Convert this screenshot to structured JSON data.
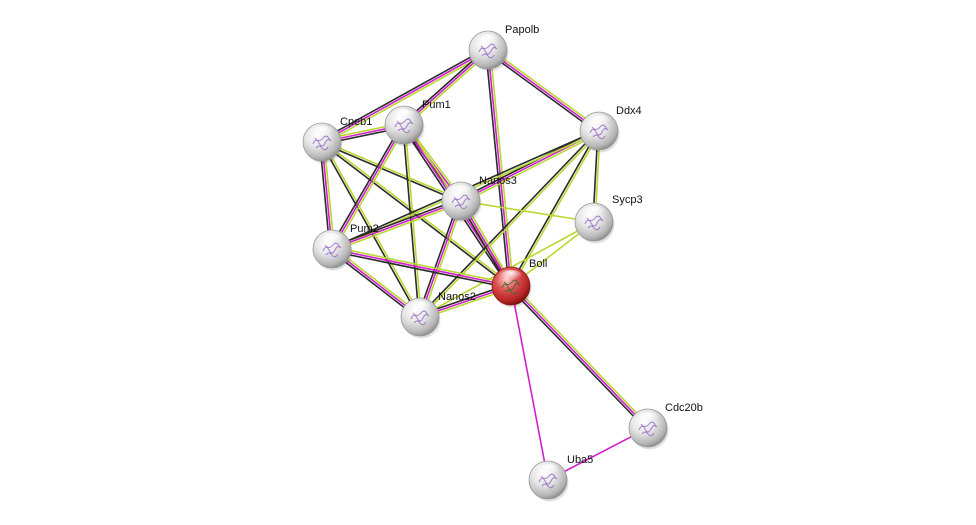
{
  "network": {
    "colors": {
      "neighborhood": "#2b2b2b",
      "experiments": "#d020d0",
      "database": "#202060",
      "textmining": "#b8d830",
      "query_node": "#cc2222",
      "node_default": "#d8d8d8"
    },
    "nodes": [
      {
        "id": "papolb",
        "label": "Papolb",
        "query": false
      },
      {
        "id": "ddx4",
        "label": "Ddx4",
        "query": false
      },
      {
        "id": "cpeb1",
        "label": "Cpeb1",
        "query": false
      },
      {
        "id": "pum1",
        "label": "Pum1",
        "query": false
      },
      {
        "id": "nanos3",
        "label": "Nanos3",
        "query": false
      },
      {
        "id": "sycp3",
        "label": "Sycp3",
        "query": false
      },
      {
        "id": "pum2",
        "label": "Pum2",
        "query": false
      },
      {
        "id": "boll",
        "label": "Boll",
        "query": true
      },
      {
        "id": "nanos2",
        "label": "Nanos2",
        "query": false
      },
      {
        "id": "cdc20b",
        "label": "Cdc20b",
        "query": false
      },
      {
        "id": "uba5",
        "label": "Uba5",
        "query": false
      }
    ],
    "edges": [
      {
        "source": "papolb",
        "target": "cpeb1",
        "types": [
          "textmining",
          "experiments",
          "neighborhood"
        ]
      },
      {
        "source": "papolb",
        "target": "pum1",
        "types": [
          "textmining",
          "experiments",
          "neighborhood"
        ]
      },
      {
        "source": "papolb",
        "target": "ddx4",
        "types": [
          "textmining",
          "experiments",
          "neighborhood"
        ]
      },
      {
        "source": "papolb",
        "target": "boll",
        "types": [
          "textmining",
          "experiments",
          "neighborhood"
        ]
      },
      {
        "source": "cpeb1",
        "target": "pum1",
        "types": [
          "textmining",
          "experiments",
          "neighborhood"
        ]
      },
      {
        "source": "cpeb1",
        "target": "pum2",
        "types": [
          "textmining",
          "experiments",
          "neighborhood"
        ]
      },
      {
        "source": "cpeb1",
        "target": "nanos3",
        "types": [
          "textmining",
          "neighborhood"
        ]
      },
      {
        "source": "cpeb1",
        "target": "boll",
        "types": [
          "textmining",
          "neighborhood"
        ]
      },
      {
        "source": "cpeb1",
        "target": "nanos2",
        "types": [
          "textmining",
          "neighborhood"
        ]
      },
      {
        "source": "pum1",
        "target": "pum2",
        "types": [
          "textmining",
          "experiments",
          "neighborhood"
        ]
      },
      {
        "source": "pum1",
        "target": "nanos3",
        "types": [
          "textmining",
          "experiments",
          "neighborhood"
        ]
      },
      {
        "source": "pum1",
        "target": "boll",
        "types": [
          "textmining",
          "experiments",
          "neighborhood"
        ]
      },
      {
        "source": "pum1",
        "target": "nanos2",
        "types": [
          "textmining",
          "neighborhood"
        ]
      },
      {
        "source": "ddx4",
        "target": "nanos3",
        "types": [
          "textmining",
          "experiments",
          "neighborhood"
        ]
      },
      {
        "source": "ddx4",
        "target": "sycp3",
        "types": [
          "textmining",
          "neighborhood"
        ]
      },
      {
        "source": "ddx4",
        "target": "boll",
        "types": [
          "textmining",
          "neighborhood"
        ]
      },
      {
        "source": "ddx4",
        "target": "nanos2",
        "types": [
          "textmining",
          "neighborhood"
        ]
      },
      {
        "source": "ddx4",
        "target": "pum2",
        "types": [
          "textmining",
          "neighborhood"
        ]
      },
      {
        "source": "nanos3",
        "target": "sycp3",
        "types": [
          "textmining"
        ]
      },
      {
        "source": "nanos3",
        "target": "boll",
        "types": [
          "textmining",
          "experiments",
          "neighborhood"
        ]
      },
      {
        "source": "nanos3",
        "target": "nanos2",
        "types": [
          "textmining",
          "experiments",
          "neighborhood"
        ]
      },
      {
        "source": "nanos3",
        "target": "pum2",
        "types": [
          "textmining",
          "experiments",
          "neighborhood"
        ]
      },
      {
        "source": "sycp3",
        "target": "boll",
        "types": [
          "textmining"
        ]
      },
      {
        "source": "sycp3",
        "target": "nanos2",
        "types": [
          "textmining"
        ]
      },
      {
        "source": "pum2",
        "target": "boll",
        "types": [
          "textmining",
          "experiments",
          "neighborhood"
        ]
      },
      {
        "source": "pum2",
        "target": "nanos2",
        "types": [
          "textmining",
          "experiments",
          "neighborhood"
        ]
      },
      {
        "source": "boll",
        "target": "nanos2",
        "types": [
          "textmining",
          "experiments",
          "neighborhood"
        ]
      },
      {
        "source": "boll",
        "target": "cdc20b",
        "types": [
          "textmining",
          "experiments",
          "neighborhood"
        ]
      },
      {
        "source": "boll",
        "target": "uba5",
        "types": [
          "experiments"
        ]
      },
      {
        "source": "cdc20b",
        "target": "uba5",
        "types": [
          "experiments"
        ]
      }
    ]
  }
}
